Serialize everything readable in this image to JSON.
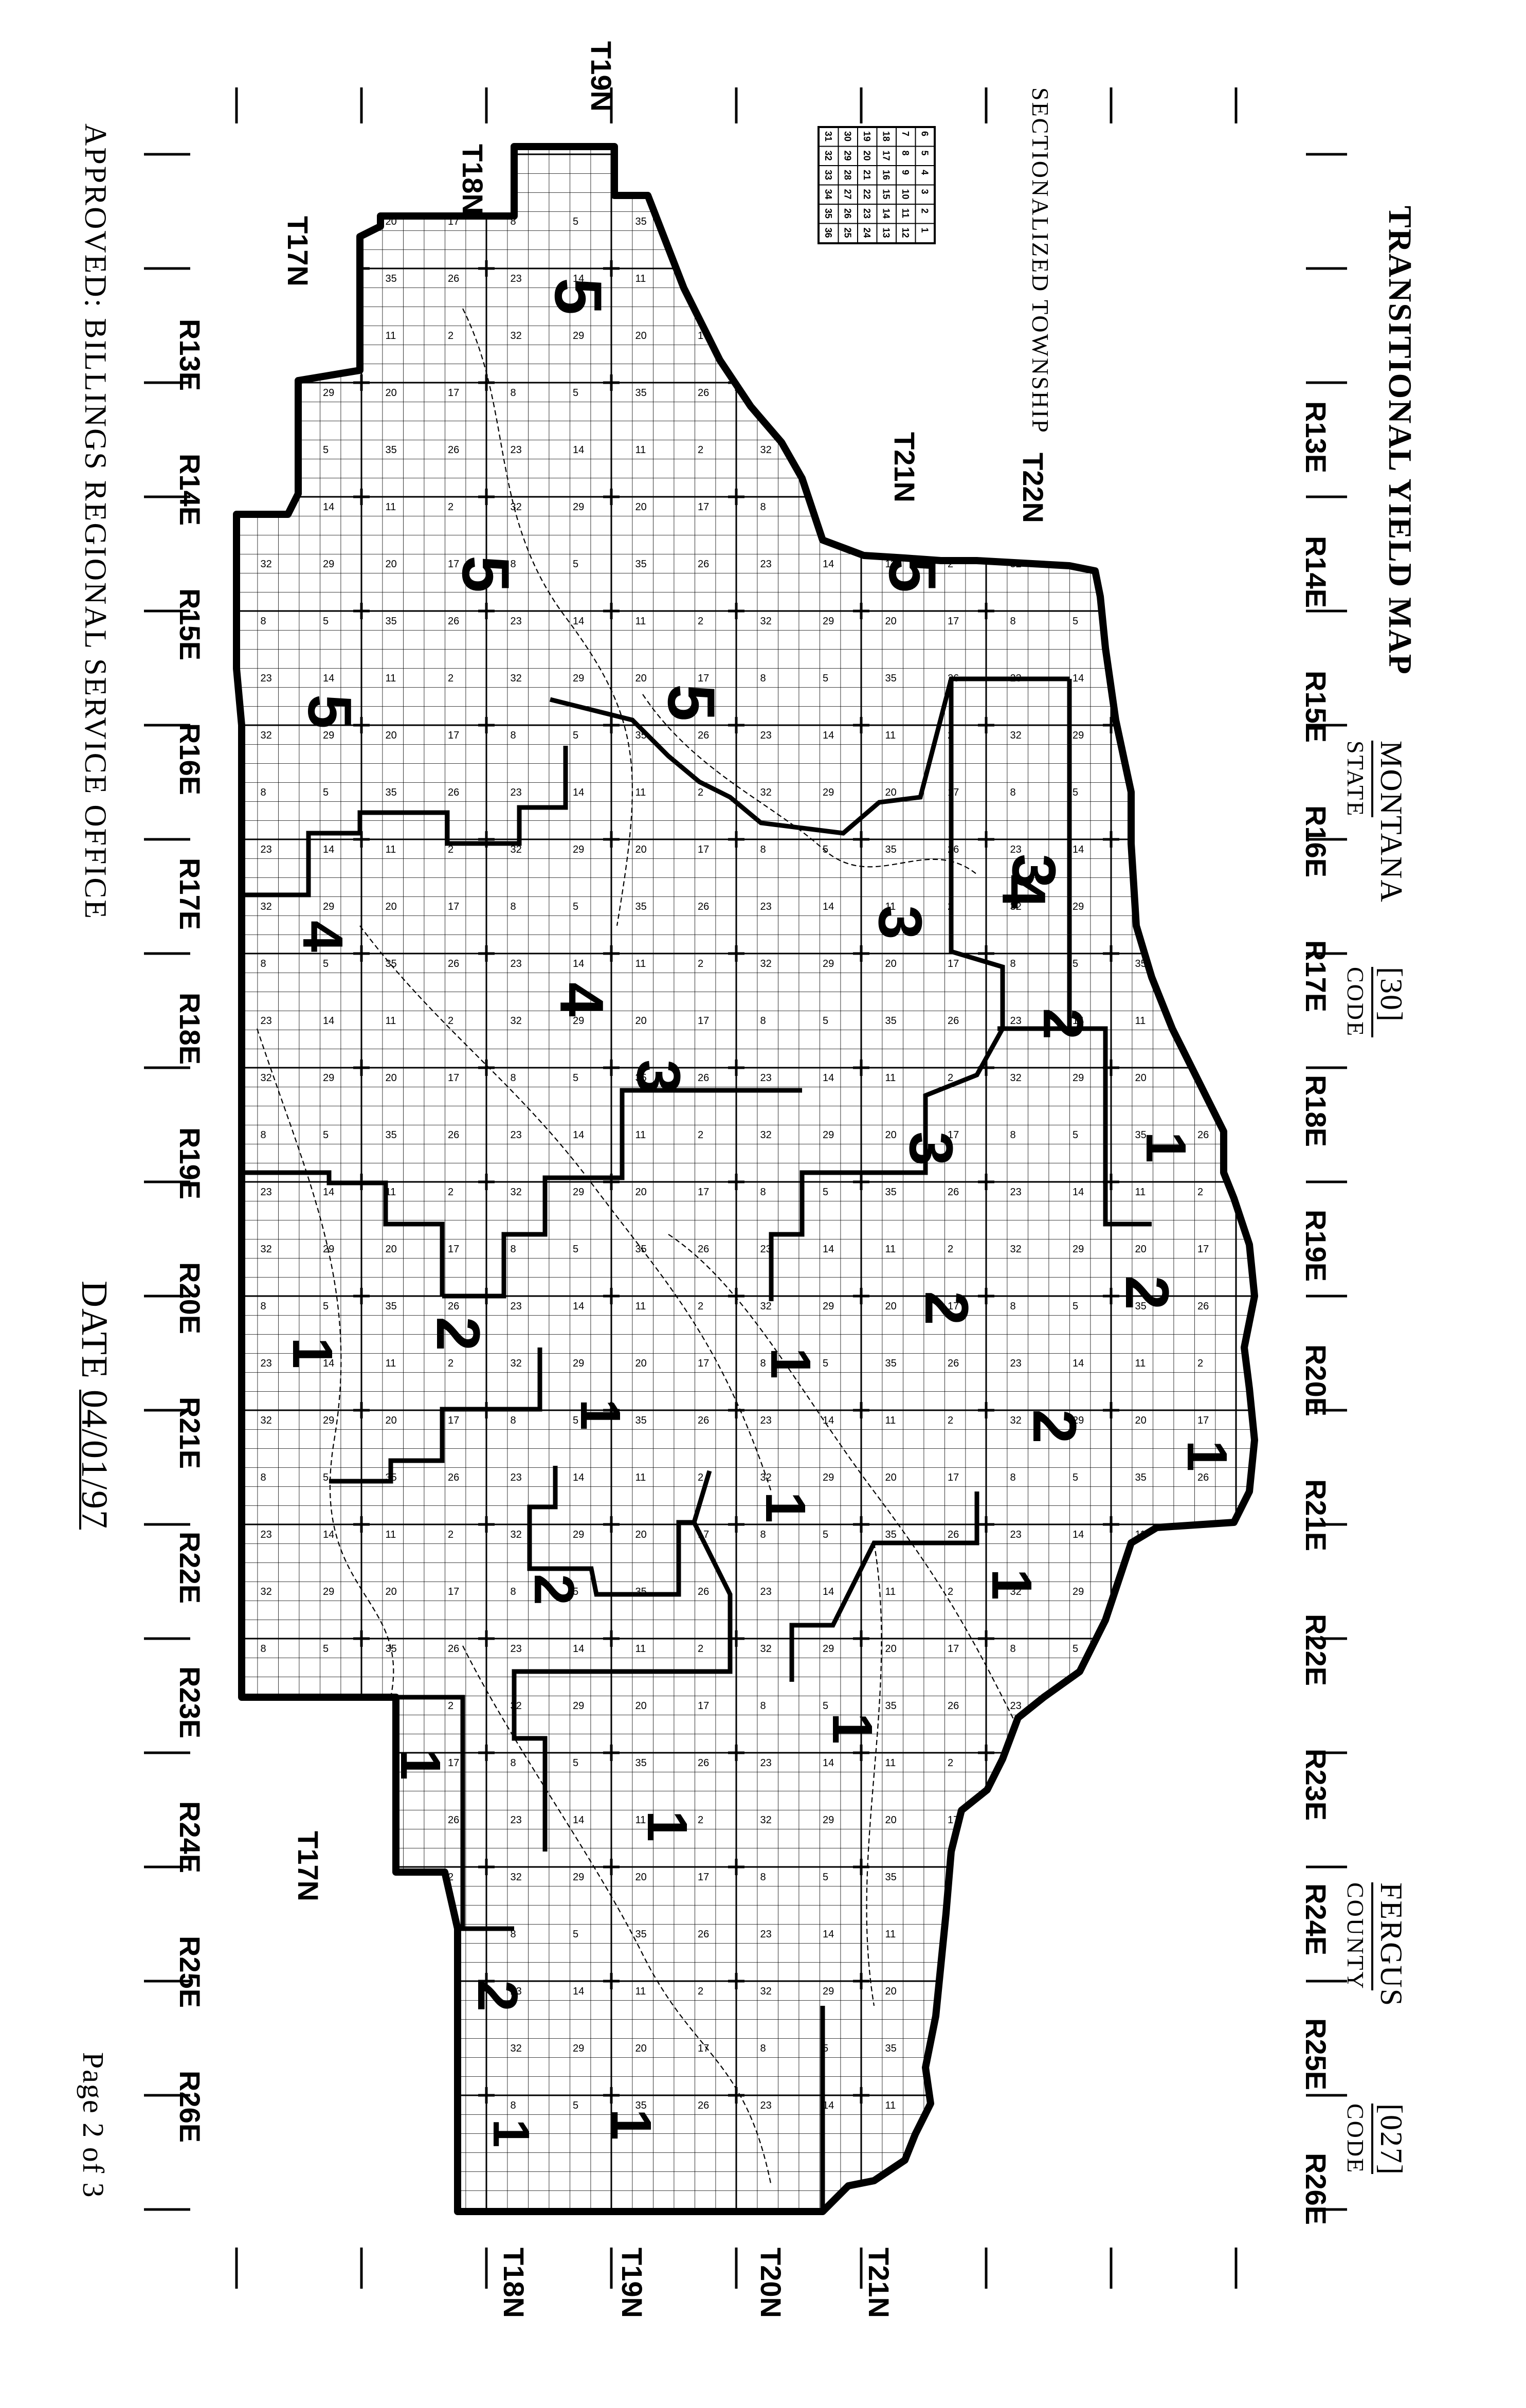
{
  "map": {
    "title": "TRANSITIONAL YIELD MAP",
    "state_label": "STATE",
    "state_value": "MONTANA",
    "state_code_label": "CODE",
    "state_code_value": "[30]",
    "county_label": "COUNTY",
    "county_value": "FERGUS",
    "county_code_label": "CODE",
    "county_code_value": "[027]",
    "legend_title": "SECTIONALIZED TOWNSHIP",
    "legend_rows": [
      [
        "6",
        "5",
        "4",
        "3",
        "2",
        "1"
      ],
      [
        "7",
        "8",
        "9",
        "10",
        "11",
        "12"
      ],
      [
        "18",
        "17",
        "16",
        "15",
        "14",
        "13"
      ],
      [
        "19",
        "20",
        "21",
        "22",
        "23",
        "24"
      ],
      [
        "30",
        "29",
        "28",
        "27",
        "26",
        "25"
      ],
      [
        "31",
        "32",
        "33",
        "34",
        "35",
        "36"
      ]
    ],
    "approved_text": "APPROVED: BILLINGS REGIONAL SERVICE OFFICE",
    "date_label": "DATE",
    "date_value": "04/01/97",
    "page_text": "Page 2 of 3",
    "range_labels_top": [
      "R13E",
      "R14E",
      "R15E",
      "R16E",
      "R17E",
      "R18E",
      "R19E",
      "R20E",
      "R21E",
      "R22E",
      "R23E",
      "R24E",
      "R25E",
      "R26E"
    ],
    "range_labels_bottom": [
      "R13E",
      "R14E",
      "R15E",
      "R16E",
      "R17E",
      "R18E",
      "R19E",
      "R20E",
      "R21E",
      "R22E",
      "R23E",
      "R24E",
      "R25E",
      "R26E"
    ],
    "township_labels_left": [
      "T19N",
      "T18N",
      "T17N"
    ],
    "township_labels_right": [
      "T21N",
      "T22N"
    ],
    "township_labels_bottom": [
      "T18N",
      "T19N",
      "T20N",
      "T21N"
    ],
    "township_label_bottom_left": "T17N",
    "yield_zones": [
      "5",
      "5",
      "5",
      "5",
      "5",
      "4",
      "4",
      "4",
      "3",
      "3",
      "3",
      "3",
      "2",
      "2",
      "2",
      "2",
      "2",
      "2",
      "2",
      "1",
      "1",
      "1",
      "1",
      "1",
      "1",
      "1",
      "1",
      "1",
      "1",
      "1",
      "1"
    ]
  }
}
